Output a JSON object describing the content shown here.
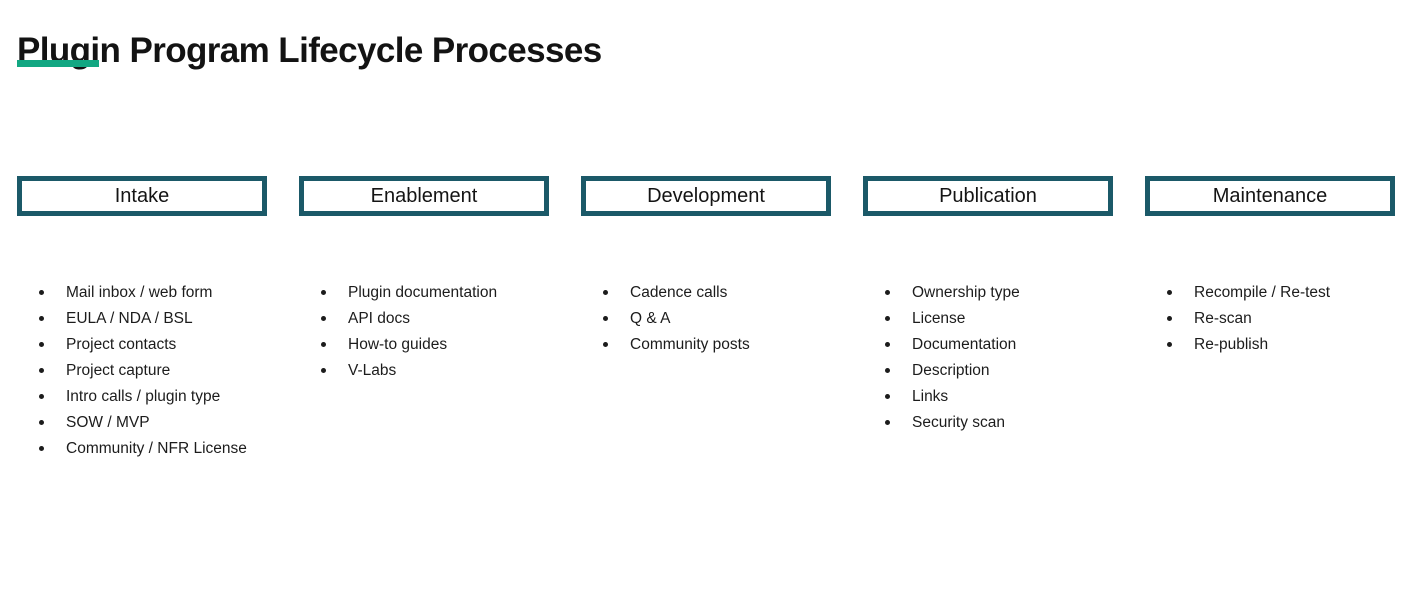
{
  "page": {
    "title": "Plugin Program Lifecycle Processes"
  },
  "colors": {
    "accent_green_underline": "#12A782",
    "box_border_teal": "#1B5968",
    "text": "#1C1C1C"
  },
  "columns": [
    {
      "title": "Intake",
      "items": [
        "Mail inbox / web form",
        "EULA / NDA / BSL",
        "Project contacts",
        "Project capture",
        "Intro calls / plugin type",
        "SOW / MVP",
        "Community / NFR License"
      ]
    },
    {
      "title": "Enablement",
      "items": [
        "Plugin documentation",
        "API docs",
        "How-to guides",
        "V-Labs"
      ]
    },
    {
      "title": "Development",
      "items": [
        "Cadence calls",
        "Q & A",
        "Community posts"
      ]
    },
    {
      "title": "Publication",
      "items": [
        "Ownership type",
        "License",
        "Documentation",
        "Description",
        "Links",
        "Security scan"
      ]
    },
    {
      "title": "Maintenance",
      "items": [
        "Recompile / Re-test",
        "Re-scan",
        "Re-publish"
      ]
    }
  ]
}
